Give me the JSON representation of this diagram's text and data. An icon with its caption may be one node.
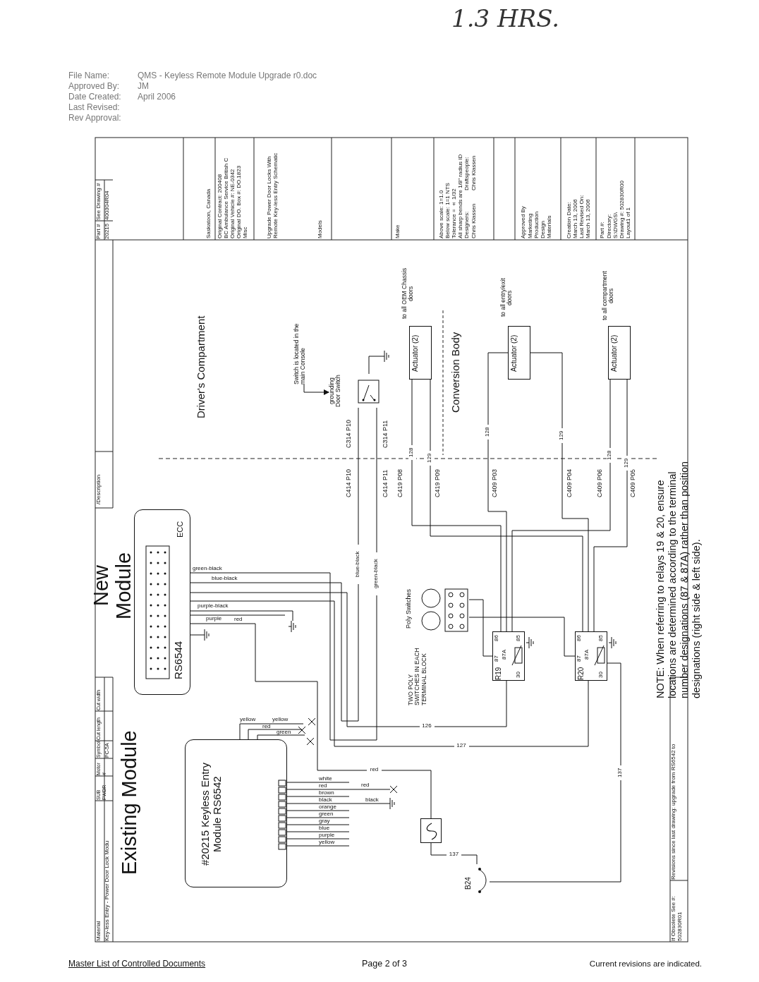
{
  "diagram": {
    "nodes": [
      {
        "text": [
          "ECC",
          "RS6544"
        ]
      },
      {
        "text": [
          "#20215 Keyless Entry Module RS6542"
        ]
      },
      {
        "text": [
          "grounding Door Switch"
        ]
      },
      {
        "text": [
          "Actuator (2)"
        ],
        "beside": [
          "to all OEM Chassis doors"
        ]
      },
      {
        "text": [
          "Actuator (2)"
        ],
        "beside": [
          "to all entry/exit doors"
        ]
      },
      {
        "text": [
          "Actuator (2)"
        ],
        "beside": [
          "to all compartment doors"
        ]
      },
      {
        "text": [
          "Poly Switches"
        ],
        "beside": [
          "TWO POLY SWITCHES IN EACH TERMINAL BLOCK"
        ]
      },
      {
        "text": [
          "R19"
        ]
      },
      {
        "text": [
          "R20"
        ]
      },
      {
        "text": [],
        "shape": "box"
      },
      {
        "text": [
          "B24"
        ]
      },
      {
        "text": [
          "Switch is located in the main Console"
        ]
      }
    ],
    "edges": [
      {
        "from": 0,
        "to": 2,
        "arrow": "none",
        "label": "blue-black"
      },
      {
        "from": 0,
        "to": 2,
        "arrow": "none",
        "label": "green-black"
      },
      {
        "from": 7,
        "to": 3,
        "arrow": "none",
        "label": "128"
      },
      {
        "from": 8,
        "to": 3,
        "arrow": "none",
        "label": "129"
      },
      {
        "from": 7,
        "to": 4,
        "arrow": "none",
        "label": "128"
      },
      {
        "from": 8,
        "to": 4,
        "arrow": "none",
        "label": "129"
      },
      {
        "from": 7,
        "to": 5,
        "arrow": "none",
        "label": "128"
      },
      {
        "from": 8,
        "to": 5,
        "arrow": "none",
        "label": "129"
      },
      {
        "from": 0,
        "to": 7,
        "arrow": "none",
        "label": "126"
      },
      {
        "from": 0,
        "to": 8,
        "arrow": "none",
        "label": "127"
      },
      {
        "from": 6,
        "to": 7,
        "arrow": "none"
      },
      {
        "from": 6,
        "to": 8,
        "arrow": "none"
      },
      {
        "from": 0,
        "to": 9,
        "arrow": "none",
        "label": "red"
      },
      {
        "from": 9,
        "to": 10,
        "arrow": "none",
        "label": "137"
      },
      {
        "from": 10,
        "to": 8,
        "arrow": "none",
        "label": "137"
      },
      {
        "from": 11,
        "to": 2,
        "arrow": "to"
      },
      {
        "from": 1,
        "to": null,
        "arrow": "none"
      },
      {
        "from": 1,
        "to": null,
        "arrow": "none"
      },
      {
        "from": 1,
        "to": null,
        "arrow": "none"
      },
      {
        "from": 1,
        "to": null,
        "arrow": "none"
      },
      {
        "from": 1,
        "to": null,
        "arrow": "none"
      },
      {
        "from": 1,
        "to": null,
        "arrow": "none"
      },
      {
        "from": 1,
        "to": null,
        "arrow": "none"
      },
      {
        "from": 1,
        "to": null,
        "arrow": "none"
      },
      {
        "from": 1,
        "to": null,
        "arrow": "none"
      },
      {
        "from": 1,
        "to": null,
        "arrow": "none"
      },
      {
        "from": 1,
        "to": null,
        "arrow": "none"
      },
      {
        "from": 1,
        "to": null,
        "arrow": "none"
      },
      {
        "from": 1,
        "to": null,
        "arrow": "none"
      },
      {
        "from": 0,
        "to": null,
        "arrow": "none"
      },
      {
        "from": 0,
        "to": null,
        "arrow": "none"
      },
      {
        "from": 0,
        "to": null,
        "arrow": "none"
      },
      {
        "from": 2,
        "to": null,
        "arrow": "none"
      }
    ],
    "labels": [
      "1.3 HRS.",
      "File Name:",
      "QMS - Keyless Remote Module Upgrade r0.doc",
      "Approved By:",
      "JM",
      "Date Created:",
      "April 2006",
      "Last Revised:",
      "Rev Approval:",
      "Saskatoon, Canada",
      "Original Contract: 200408",
      "BC Ambulance Service British C",
      "Original Vehicle #: NE-0342",
      "Original DO. Box #: DO.1823",
      "Misc",
      "Upgrade Power Door Locks With Remote Key-less Entry Schematic",
      "Models",
      "Make",
      "Above scale: 1=1.0",
      "Below scale: 1=1 NTS",
      "Tolerance = ± 1/32",
      "All sharp bends are 1/8\" radius ID",
      "Designers:",
      "Draftspeople:",
      "Chris Klassen",
      "Chris Klassen",
      "Approved By",
      "Marketing",
      "Production",
      "Design",
      "Materials",
      "Creation Date:",
      "March 13, 2006",
      "Last Revised On:",
      "March 13, 2006",
      "Part #:",
      "Directory:",
      "S:\\DWGS\\",
      "Drawing #: 502830R00",
      "Layout1 of 1",
      "Material",
      "Key-less Entry - Power Door Lock Modu",
      "SUB PWDR",
      "Motor #",
      "Symbol",
      "PC-5A",
      "Cut length",
      "Cut width",
      "/Description",
      "Part #",
      "See Drawing #",
      "20215",
      "400304R04",
      "If Obsolete See #: 502830R01",
      "Revisions since last drawing: upgrade from RS6542 to",
      "New Module",
      "Existing Module",
      "Driver's Compartment",
      "Conversion Body",
      "C414 P10",
      "C414 P11",
      "C419 P08",
      "C419 P09",
      "C409 P03",
      "C409 P04",
      "C409 P06",
      "C409 P05",
      "C314 P10",
      "C314 P11",
      "30",
      "87",
      "87A",
      "86",
      "85",
      "30",
      "87",
      "87A",
      "86",
      "85",
      "green-black",
      "blue-black",
      "purple-black",
      "purple",
      "red",
      "white",
      "red",
      "brown",
      "black",
      "orange",
      "green",
      "gray",
      "blue",
      "purple",
      "yellow",
      "red",
      "black",
      "yellow",
      "yellow",
      "red",
      "green",
      "NOTE: When referring to relays 19 & 20, ensure locations are determined according to the terminal number designations (87 & 87A) rather than position designations (right side & left side).",
      "Master List of Controlled Documents",
      "Page 2 of 3",
      "Current revisions are indicated."
    ]
  }
}
